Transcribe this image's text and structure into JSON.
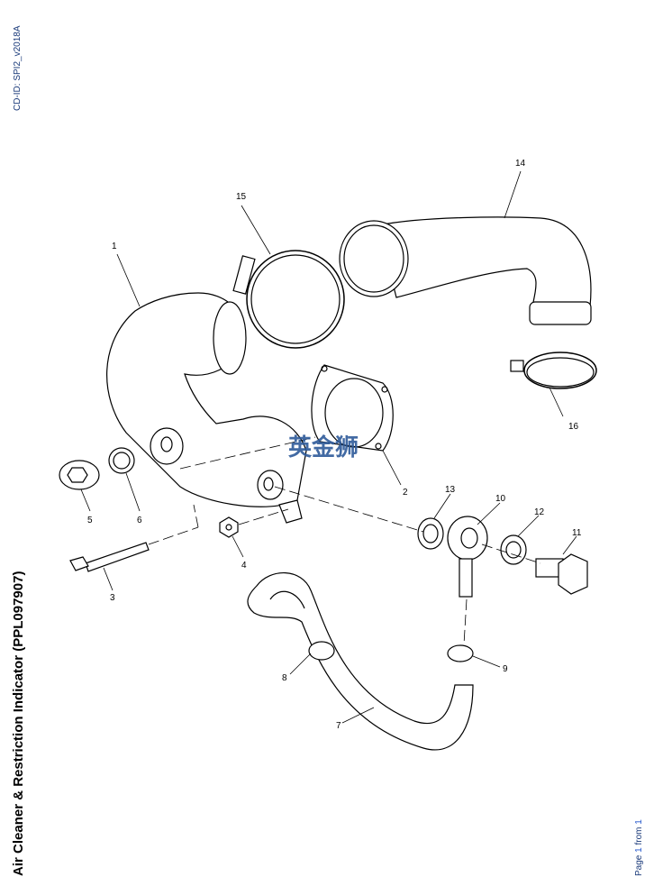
{
  "header": {
    "cd_id": "CD-ID: SPI2_v2018A"
  },
  "title": "Air Cleaner & Restriction Indicator (PPL097907)",
  "footer": {
    "page_word": "Page ",
    "page_current": "1",
    "from_word": " from ",
    "page_total": "1"
  },
  "watermark": "英金狮",
  "callouts": [
    "1",
    "2",
    "3",
    "4",
    "5",
    "6",
    "7",
    "8",
    "9",
    "10",
    "11",
    "12",
    "13",
    "14",
    "15",
    "16"
  ]
}
